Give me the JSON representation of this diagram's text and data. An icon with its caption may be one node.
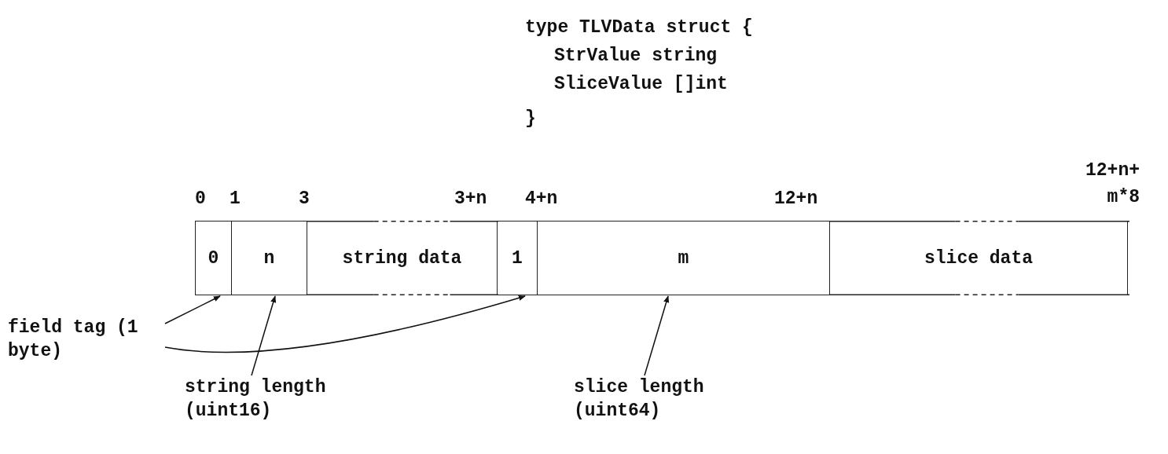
{
  "diagram": {
    "nodes": [
      {
        "text": [
          "0"
        ]
      },
      {
        "text": [
          "n"
        ]
      },
      {
        "text": [
          "string data"
        ]
      },
      {
        "text": [
          "1"
        ]
      },
      {
        "text": [
          "m"
        ]
      },
      {
        "text": [
          "slice data"
        ]
      },
      {
        "text": [
          "field tag (1 byte)"
        ]
      },
      {
        "text": [
          "string length (uint16)"
        ]
      },
      {
        "text": [
          "slice length (uint64)"
        ]
      }
    ],
    "edges": [
      {
        "from": 6,
        "to": 0,
        "arrow": "to"
      },
      {
        "from": 6,
        "to": 3,
        "arrow": "to"
      },
      {
        "from": 7,
        "to": 1,
        "arrow": "to"
      },
      {
        "from": 8,
        "to": 4,
        "arrow": "to"
      }
    ],
    "labels": [
      "type TLVData struct {",
      "StrValue string",
      "SliceValue []int",
      "}",
      "12+n+ m*8",
      "0",
      "1",
      "3",
      "3+n",
      "4+n",
      "12+n"
    ]
  }
}
